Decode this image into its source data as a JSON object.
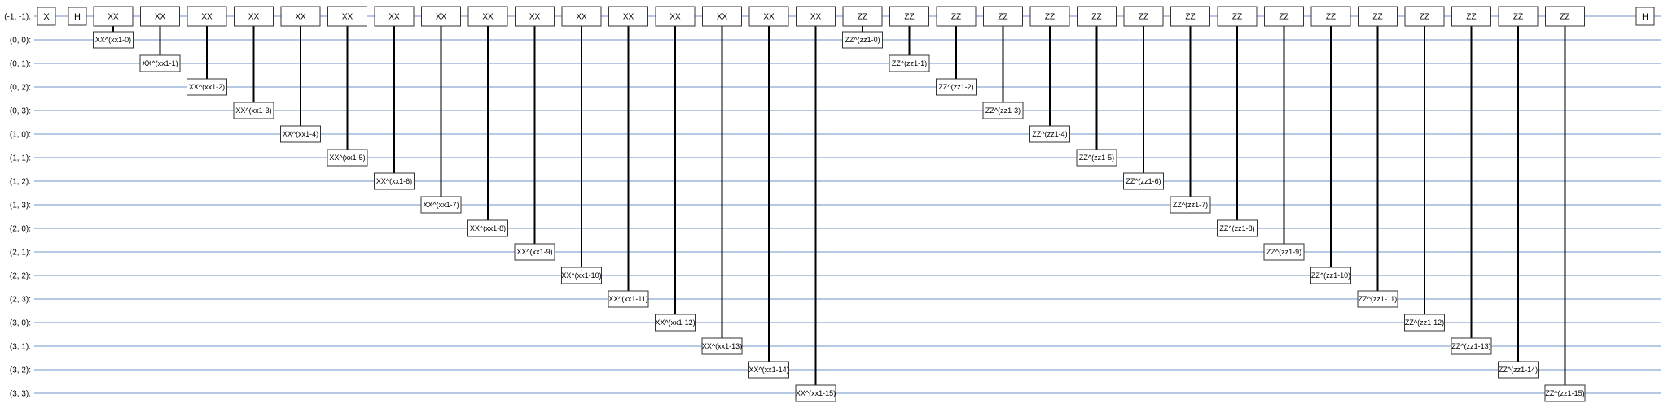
{
  "diagram": {
    "qubit_labels": [
      "(-1, -1):",
      "(0, 0):",
      "(0, 1):",
      "(0, 2):",
      "(0, 3):",
      "(1, 0):",
      "(1, 1):",
      "(1, 2):",
      "(1, 3):",
      "(2, 0):",
      "(2, 1):",
      "(2, 2):",
      "(2, 3):",
      "(3, 0):",
      "(3, 1):",
      "(3, 2):",
      "(3, 3):"
    ],
    "moments": [
      {
        "type": "single",
        "label": "X"
      },
      {
        "type": "single",
        "label": "H"
      },
      {
        "type": "pair",
        "top": "XX",
        "bottom": "XX^(xx1-0)",
        "target": 1
      },
      {
        "type": "pair",
        "top": "XX",
        "bottom": "XX^(xx1-1)",
        "target": 2
      },
      {
        "type": "pair",
        "top": "XX",
        "bottom": "XX^(xx1-2)",
        "target": 3
      },
      {
        "type": "pair",
        "top": "XX",
        "bottom": "XX^(xx1-3)",
        "target": 4
      },
      {
        "type": "pair",
        "top": "XX",
        "bottom": "XX^(xx1-4)",
        "target": 5
      },
      {
        "type": "pair",
        "top": "XX",
        "bottom": "XX^(xx1-5)",
        "target": 6
      },
      {
        "type": "pair",
        "top": "XX",
        "bottom": "XX^(xx1-6)",
        "target": 7
      },
      {
        "type": "pair",
        "top": "XX",
        "bottom": "XX^(xx1-7)",
        "target": 8
      },
      {
        "type": "pair",
        "top": "XX",
        "bottom": "XX^(xx1-8)",
        "target": 9
      },
      {
        "type": "pair",
        "top": "XX",
        "bottom": "XX^(xx1-9)",
        "target": 10
      },
      {
        "type": "pair",
        "top": "XX",
        "bottom": "XX^(xx1-10)",
        "target": 11
      },
      {
        "type": "pair",
        "top": "XX",
        "bottom": "XX^(xx1-11)",
        "target": 12
      },
      {
        "type": "pair",
        "top": "XX",
        "bottom": "XX^(xx1-12)",
        "target": 13
      },
      {
        "type": "pair",
        "top": "XX",
        "bottom": "XX^(xx1-13)",
        "target": 14
      },
      {
        "type": "pair",
        "top": "XX",
        "bottom": "XX^(xx1-14)",
        "target": 15
      },
      {
        "type": "pair",
        "top": "XX",
        "bottom": "XX^(xx1-15)",
        "target": 16
      },
      {
        "type": "pair",
        "top": "ZZ",
        "bottom": "ZZ^(zz1-0)",
        "target": 1
      },
      {
        "type": "pair",
        "top": "ZZ",
        "bottom": "ZZ^(zz1-1)",
        "target": 2
      },
      {
        "type": "pair",
        "top": "ZZ",
        "bottom": "ZZ^(zz1-2)",
        "target": 3
      },
      {
        "type": "pair",
        "top": "ZZ",
        "bottom": "ZZ^(zz1-3)",
        "target": 4
      },
      {
        "type": "pair",
        "top": "ZZ",
        "bottom": "ZZ^(zz1-4)",
        "target": 5
      },
      {
        "type": "pair",
        "top": "ZZ",
        "bottom": "ZZ^(zz1-5)",
        "target": 6
      },
      {
        "type": "pair",
        "top": "ZZ",
        "bottom": "ZZ^(zz1-6)",
        "target": 7
      },
      {
        "type": "pair",
        "top": "ZZ",
        "bottom": "ZZ^(zz1-7)",
        "target": 8
      },
      {
        "type": "pair",
        "top": "ZZ",
        "bottom": "ZZ^(zz1-8)",
        "target": 9
      },
      {
        "type": "pair",
        "top": "ZZ",
        "bottom": "ZZ^(zz1-9)",
        "target": 10
      },
      {
        "type": "pair",
        "top": "ZZ",
        "bottom": "ZZ^(zz1-10)",
        "target": 11
      },
      {
        "type": "pair",
        "top": "ZZ",
        "bottom": "ZZ^(zz1-11)",
        "target": 12
      },
      {
        "type": "pair",
        "top": "ZZ",
        "bottom": "ZZ^(zz1-12)",
        "target": 13
      },
      {
        "type": "pair",
        "top": "ZZ",
        "bottom": "ZZ^(zz1-13)",
        "target": 14
      },
      {
        "type": "pair",
        "top": "ZZ",
        "bottom": "ZZ^(zz1-14)",
        "target": 15
      },
      {
        "type": "pair",
        "top": "ZZ",
        "bottom": "ZZ^(zz1-15)",
        "target": 16
      },
      {
        "type": "single",
        "label": "H"
      }
    ],
    "colors": {
      "wire": "#6f93c8",
      "connector": "#000000",
      "gate_border": "#333333",
      "gate_fill": "#ffffff"
    }
  }
}
